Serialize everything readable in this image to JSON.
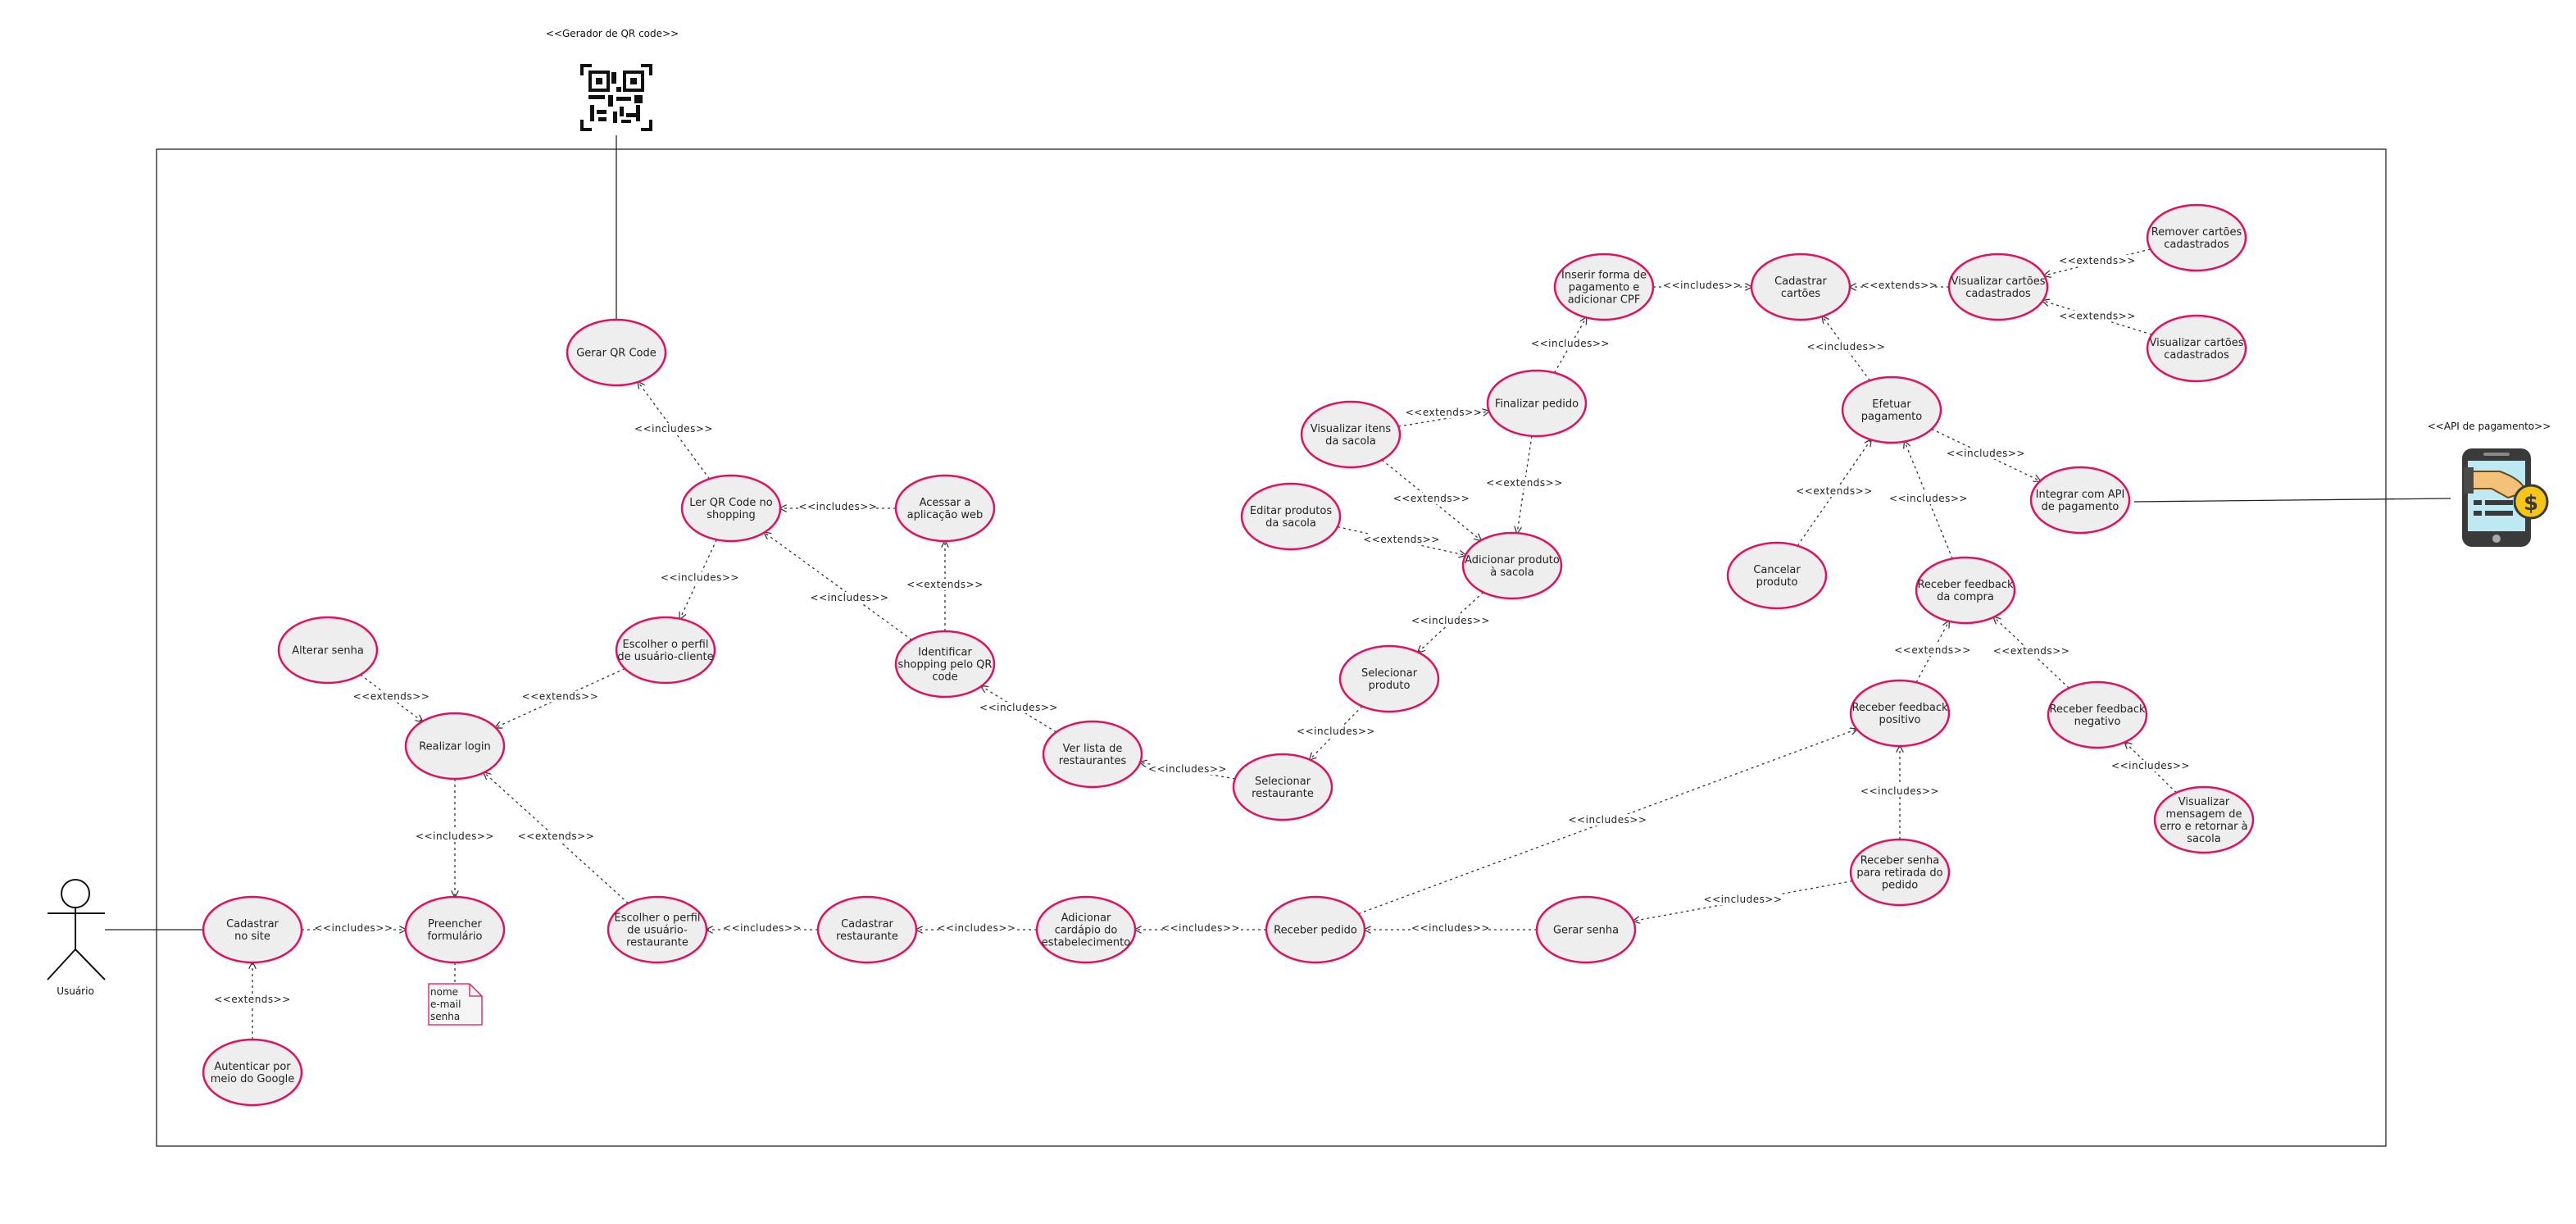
{
  "actors": {
    "user": "Usuário",
    "qr_generator": "<<Gerador de QR code>>",
    "payment_api": "<<API de pagamento>>"
  },
  "use_cases": [
    {
      "id": "gerar_qr",
      "lines": [
        "Gerar QR Code"
      ]
    },
    {
      "id": "ler_qr",
      "lines": [
        "Ler QR Code no",
        "shopping"
      ]
    },
    {
      "id": "acessar_web",
      "lines": [
        "Acessar a",
        "aplicação web"
      ]
    },
    {
      "id": "escolher_cliente",
      "lines": [
        "Escolher o perfil",
        "de usuário-cliente"
      ]
    },
    {
      "id": "identificar_shopping",
      "lines": [
        "Identificar",
        "shopping pelo QR",
        "code"
      ]
    },
    {
      "id": "alterar_senha",
      "lines": [
        "Alterar senha"
      ]
    },
    {
      "id": "realizar_login",
      "lines": [
        "Realizar login"
      ]
    },
    {
      "id": "cadastrar_site",
      "lines": [
        "Cadastrar",
        "no site"
      ]
    },
    {
      "id": "preencher_formulario",
      "lines": [
        "Preencher",
        "formulário"
      ]
    },
    {
      "id": "autenticar_google",
      "lines": [
        "Autenticar por",
        "meio do Google"
      ]
    },
    {
      "id": "escolher_restaurante",
      "lines": [
        "Escolher o perfil",
        "de usuário-",
        "restaurante"
      ]
    },
    {
      "id": "cadastrar_restaurante",
      "lines": [
        "Cadastrar",
        "restaurante"
      ]
    },
    {
      "id": "adicionar_cardapio",
      "lines": [
        "Adicionar",
        "cardápio do",
        "estabelecimento"
      ]
    },
    {
      "id": "receber_pedido",
      "lines": [
        "Receber pedido"
      ]
    },
    {
      "id": "gerar_senha",
      "lines": [
        "Gerar senha"
      ]
    },
    {
      "id": "ver_lista",
      "lines": [
        "Ver lista de",
        "restaurantes"
      ]
    },
    {
      "id": "selecionar_restaurante",
      "lines": [
        "Selecionar",
        "restaurante"
      ]
    },
    {
      "id": "selecionar_produto",
      "lines": [
        "Selecionar",
        "produto"
      ]
    },
    {
      "id": "adicionar_produto",
      "lines": [
        "Adicionar produto",
        "à sacola"
      ]
    },
    {
      "id": "editar_produtos",
      "lines": [
        "Editar produtos",
        "da sacola"
      ]
    },
    {
      "id": "visualizar_itens",
      "lines": [
        "Visualizar itens",
        "da sacola"
      ]
    },
    {
      "id": "finalizar_pedido",
      "lines": [
        "Finalizar pedido"
      ]
    },
    {
      "id": "inserir_pagamento",
      "lines": [
        "Inserir forma de",
        "pagamento e",
        "adicionar CPF"
      ]
    },
    {
      "id": "cadastrar_cartoes",
      "lines": [
        "Cadastrar",
        "cartões"
      ]
    },
    {
      "id": "visualizar_cartoes",
      "lines": [
        "Visualizar cartões",
        "cadastrados"
      ]
    },
    {
      "id": "remover_cartoes",
      "lines": [
        "Remover cartões",
        "cadastrados"
      ]
    },
    {
      "id": "visualizar_cartoes_2",
      "lines": [
        "Visualizar cartões",
        "cadastrados"
      ]
    },
    {
      "id": "efetuar_pagamento",
      "lines": [
        "Efetuar",
        "pagamento"
      ]
    },
    {
      "id": "integrar_api",
      "lines": [
        "Integrar com API",
        "de pagamento"
      ]
    },
    {
      "id": "cancelar_produto",
      "lines": [
        "Cancelar",
        "produto"
      ]
    },
    {
      "id": "receber_feedback_compra",
      "lines": [
        "Receber feedback",
        "da compra"
      ]
    },
    {
      "id": "receber_feedback_positivo",
      "lines": [
        "Receber feedback",
        "positivo"
      ]
    },
    {
      "id": "receber_feedback_negativo",
      "lines": [
        "Receber feedback",
        "negativo"
      ]
    },
    {
      "id": "visualizar_erro",
      "lines": [
        "Visualizar",
        "mensagem de",
        "erro e retornar à",
        "sacola"
      ]
    },
    {
      "id": "receber_senha",
      "lines": [
        "Receber senha",
        "para retirada do",
        "pedido"
      ]
    }
  ],
  "relations": [
    {
      "from": "ler_qr",
      "to": "gerar_qr",
      "label": "<<includes>>"
    },
    {
      "from": "acessar_web",
      "to": "ler_qr",
      "label": "<<includes>>"
    },
    {
      "from": "ler_qr",
      "to": "escolher_cliente",
      "label": "<<includes>>"
    },
    {
      "from": "identificar_shopping",
      "to": "acessar_web",
      "label": "<<extends>>"
    },
    {
      "from": "identificar_shopping",
      "to": "ler_qr",
      "label": "<<includes>>"
    },
    {
      "from": "escolher_cliente",
      "to": "realizar_login",
      "label": "<<extends>>"
    },
    {
      "from": "alterar_senha",
      "to": "realizar_login",
      "label": "<<extends>>"
    },
    {
      "from": "realizar_login",
      "to": "preencher_formulario",
      "label": "<<includes>>"
    },
    {
      "from": "cadastrar_site",
      "to": "preencher_formulario",
      "label": "<<includes>>"
    },
    {
      "from": "autenticar_google",
      "to": "cadastrar_site",
      "label": "<<extends>>"
    },
    {
      "from": "escolher_restaurante",
      "to": "realizar_login",
      "label": "<<extends>>"
    },
    {
      "from": "cadastrar_restaurante",
      "to": "escolher_restaurante",
      "label": "<<includes>>"
    },
    {
      "from": "adicionar_cardapio",
      "to": "cadastrar_restaurante",
      "label": "<<includes>>"
    },
    {
      "from": "receber_pedido",
      "to": "adicionar_cardapio",
      "label": "<<includes>>"
    },
    {
      "from": "gerar_senha",
      "to": "receber_pedido",
      "label": "<<includes>>"
    },
    {
      "from": "receber_senha",
      "to": "gerar_senha",
      "label": "<<includes>>"
    },
    {
      "from": "receber_pedido",
      "to": "receber_feedback_positivo",
      "label": "<<includes>>"
    },
    {
      "from": "receber_senha",
      "to": "receber_feedback_positivo",
      "label": "<<includes>>"
    },
    {
      "from": "ver_lista",
      "to": "identificar_shopping",
      "label": "<<includes>>"
    },
    {
      "from": "selecionar_restaurante",
      "to": "ver_lista",
      "label": "<<includes>>"
    },
    {
      "from": "selecionar_produto",
      "to": "selecionar_restaurante",
      "label": "<<includes>>"
    },
    {
      "from": "adicionar_produto",
      "to": "selecionar_produto",
      "label": "<<includes>>"
    },
    {
      "from": "editar_produtos",
      "to": "adicionar_produto",
      "label": "<<extends>>"
    },
    {
      "from": "visualizar_itens",
      "to": "adicionar_produto",
      "label": "<<extends>>"
    },
    {
      "from": "visualizar_itens",
      "to": "finalizar_pedido",
      "label": "<<extends>>"
    },
    {
      "from": "finalizar_pedido",
      "to": "adicionar_produto",
      "label": "<<extends>>"
    },
    {
      "from": "finalizar_pedido",
      "to": "inserir_pagamento",
      "label": "<<includes>>"
    },
    {
      "from": "inserir_pagamento",
      "to": "cadastrar_cartoes",
      "label": "<<includes>>"
    },
    {
      "from": "visualizar_cartoes",
      "to": "cadastrar_cartoes",
      "label": "<<extends>>"
    },
    {
      "from": "remover_cartoes",
      "to": "visualizar_cartoes",
      "label": "<<extends>>"
    },
    {
      "from": "visualizar_cartoes_2",
      "to": "visualizar_cartoes",
      "label": "<<extends>>"
    },
    {
      "from": "efetuar_pagamento",
      "to": "cadastrar_cartoes",
      "label": "<<includes>>"
    },
    {
      "from": "efetuar_pagamento",
      "to": "integrar_api",
      "label": "<<includes>>"
    },
    {
      "from": "cancelar_produto",
      "to": "efetuar_pagamento",
      "label": "<<extends>>"
    },
    {
      "from": "receber_feedback_compra",
      "to": "efetuar_pagamento",
      "label": "<<includes>>"
    },
    {
      "from": "receber_feedback_positivo",
      "to": "receber_feedback_compra",
      "label": "<<extends>>"
    },
    {
      "from": "receber_feedback_negativo",
      "to": "receber_feedback_compra",
      "label": "<<extends>>"
    },
    {
      "from": "visualizar_erro",
      "to": "receber_feedback_negativo",
      "label": "<<includes>>"
    }
  ],
  "note": [
    "nome",
    "e-mail",
    "senha"
  ]
}
